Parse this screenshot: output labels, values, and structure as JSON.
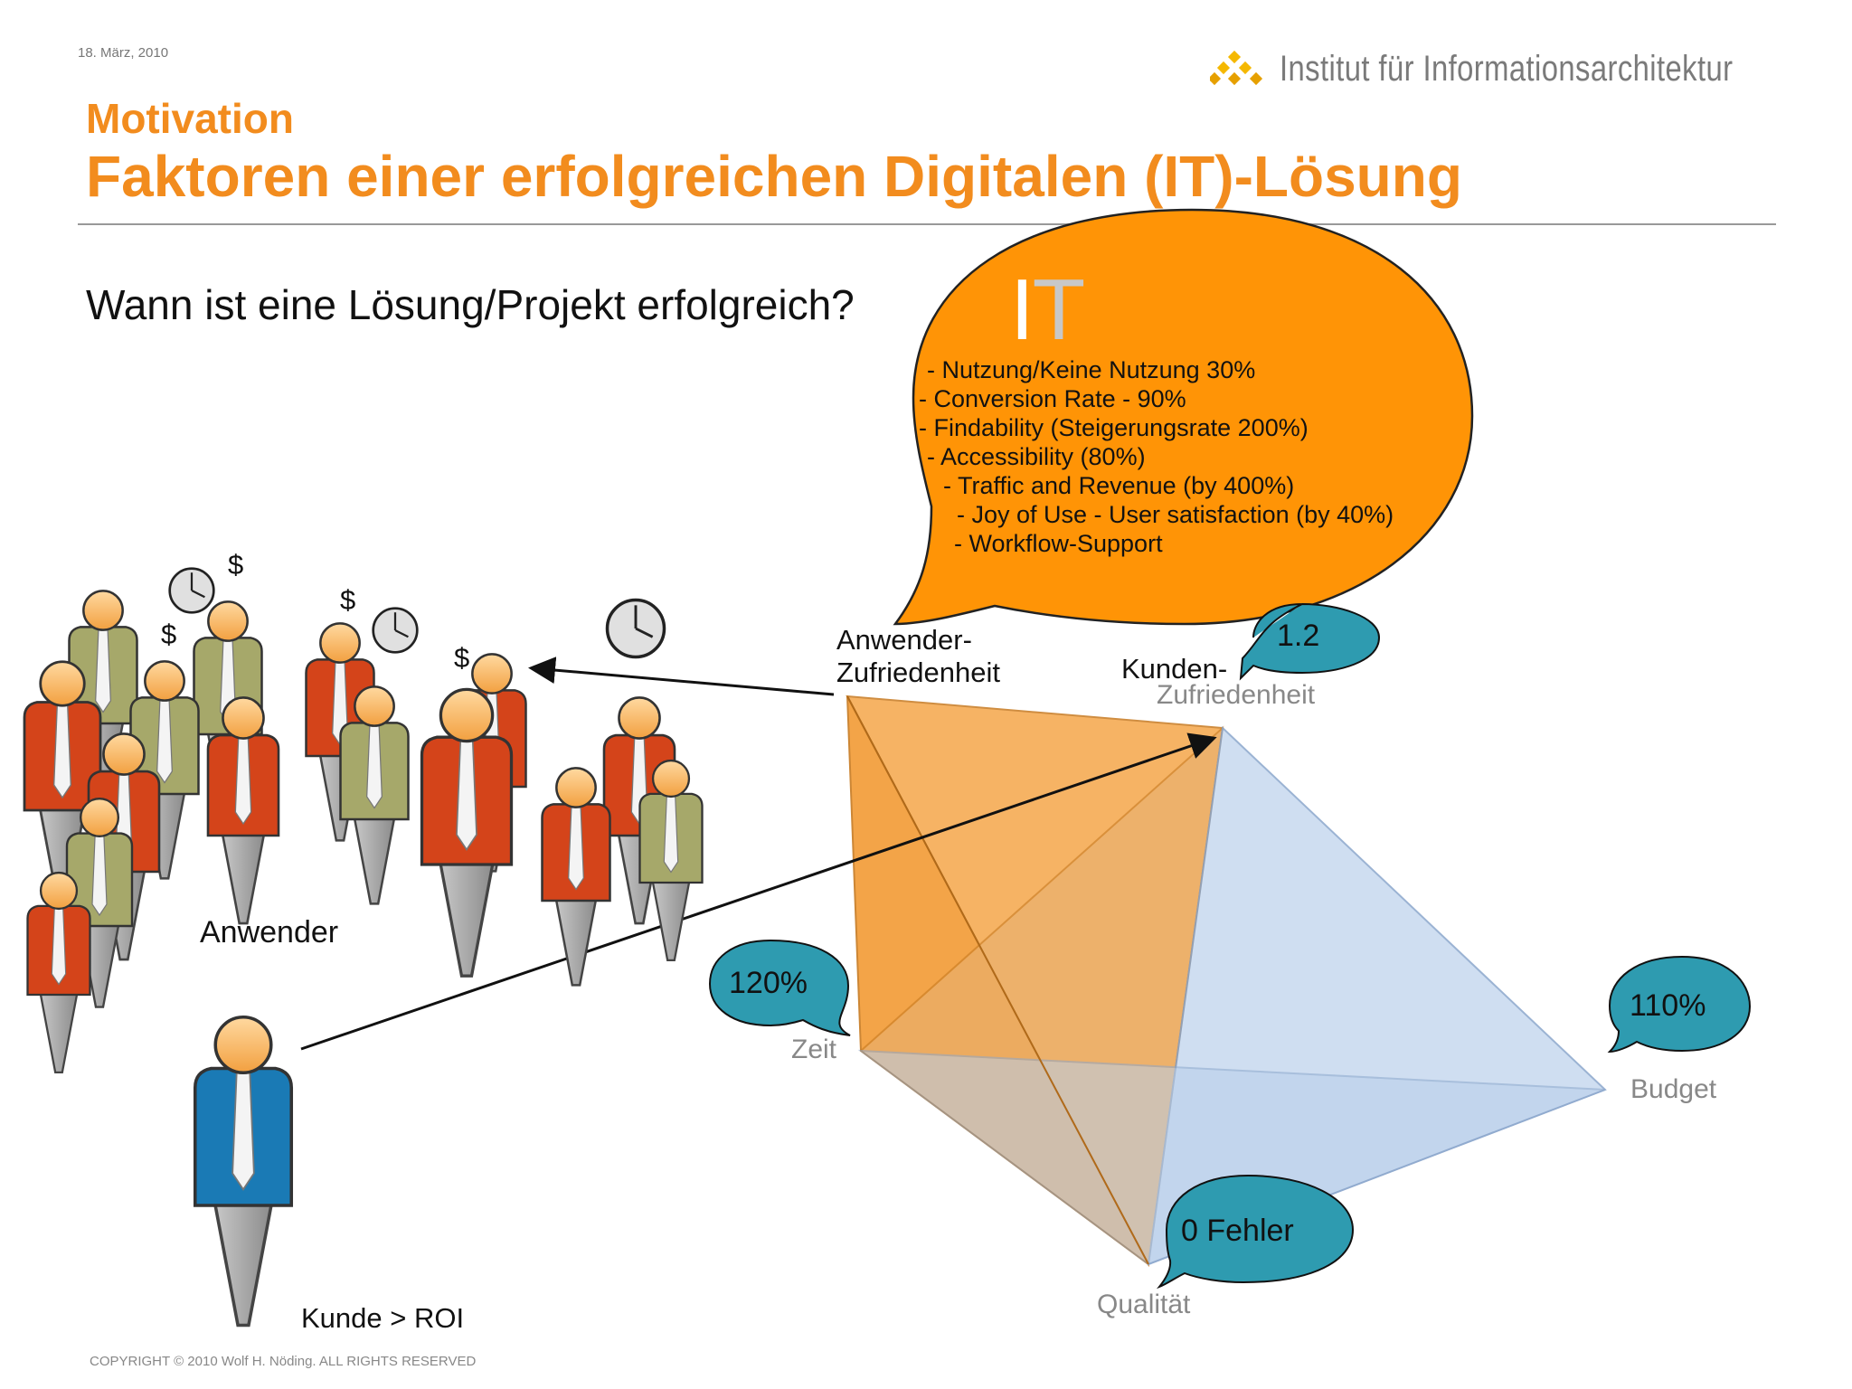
{
  "header": {
    "date": "18. März, 2010",
    "logo_text": "Institut für Informationsarchitektur",
    "kicker": "Motivation",
    "title": "Faktoren einer erfolgreichen Digitalen (IT)-Lösung"
  },
  "question": "Wann ist eine Lösung/Projekt erfolgreich?",
  "it_bubble": {
    "heading": "IT",
    "lines": [
      "- Nutzung/Keine Nutzung  30%",
      "- Conversion Rate - 90%",
      "- Findability (Steigerungsrate 200%)",
      " - Accessibility (80%)",
      "   - Traffic and Revenue (by 400%)",
      "     - Joy of Use - User satisfaction (by 40%)",
      "    - Workflow-Support"
    ]
  },
  "labels": {
    "anwender_zufriedenheit_1": "Anwender-",
    "anwender_zufriedenheit_2": "Zufriedenheit",
    "kunden_1": "Kunden-",
    "kunden_2": "Zufriedenheit",
    "zeit": "Zeit",
    "budget": "Budget",
    "qualitaet": "Qualität",
    "anwender": "Anwender",
    "kunde": "Kunde  > ROI"
  },
  "bubbles": {
    "kunden_value": "1.2",
    "zeit_value": "120%",
    "budget_value": "110%",
    "qualitaet_value": "0 Fehler"
  },
  "people_symbols": {
    "dollar": "$"
  },
  "copyright": "COPYRIGHT © 2010 Wolf H. Nöding. ALL RIGHTS RESERVED",
  "colors": {
    "accent_orange": "#f28c1e",
    "bubble_orange": "#ff9406",
    "teal": "#2e9bb0",
    "pyramid_orange": "#f5a64a",
    "pyramid_blue": "#c7d9ef",
    "shirt_red": "#d4441a",
    "shirt_olive": "#a6a86a",
    "shirt_blue": "#1a7ab5"
  }
}
